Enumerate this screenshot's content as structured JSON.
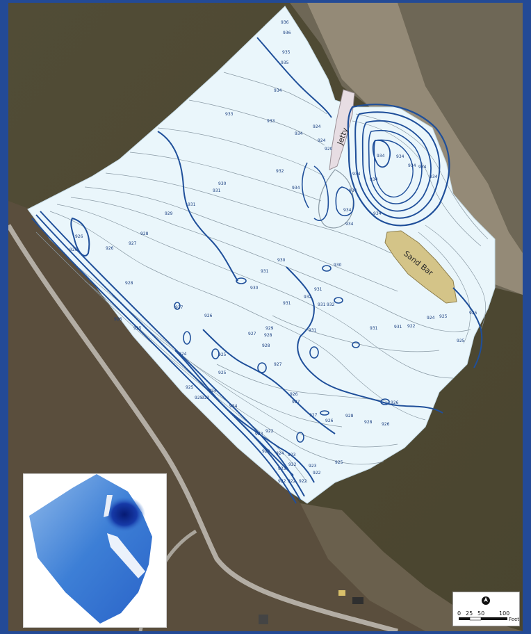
{
  "map_labels": {
    "jetty": "Jetty",
    "sand_bar": "Sand Bar"
  },
  "contour_labels": [
    "936",
    "935",
    "934",
    "933",
    "932",
    "931",
    "930",
    "929",
    "928",
    "927",
    "926",
    "925",
    "924",
    "923",
    "922",
    "921",
    "920"
  ],
  "scale_bar": {
    "ticks": [
      "0",
      "25",
      "50",
      "100"
    ],
    "unit": "Feet",
    "north_icon": "north-arrow-icon"
  },
  "colors": {
    "river": "#4f4a33",
    "survey_fill": "#eaf6fb",
    "contour_major": "#1f4f9a",
    "contour_minor": "#8a9aa5",
    "sand_bar": "#d4c488",
    "frame": "#234a96"
  }
}
